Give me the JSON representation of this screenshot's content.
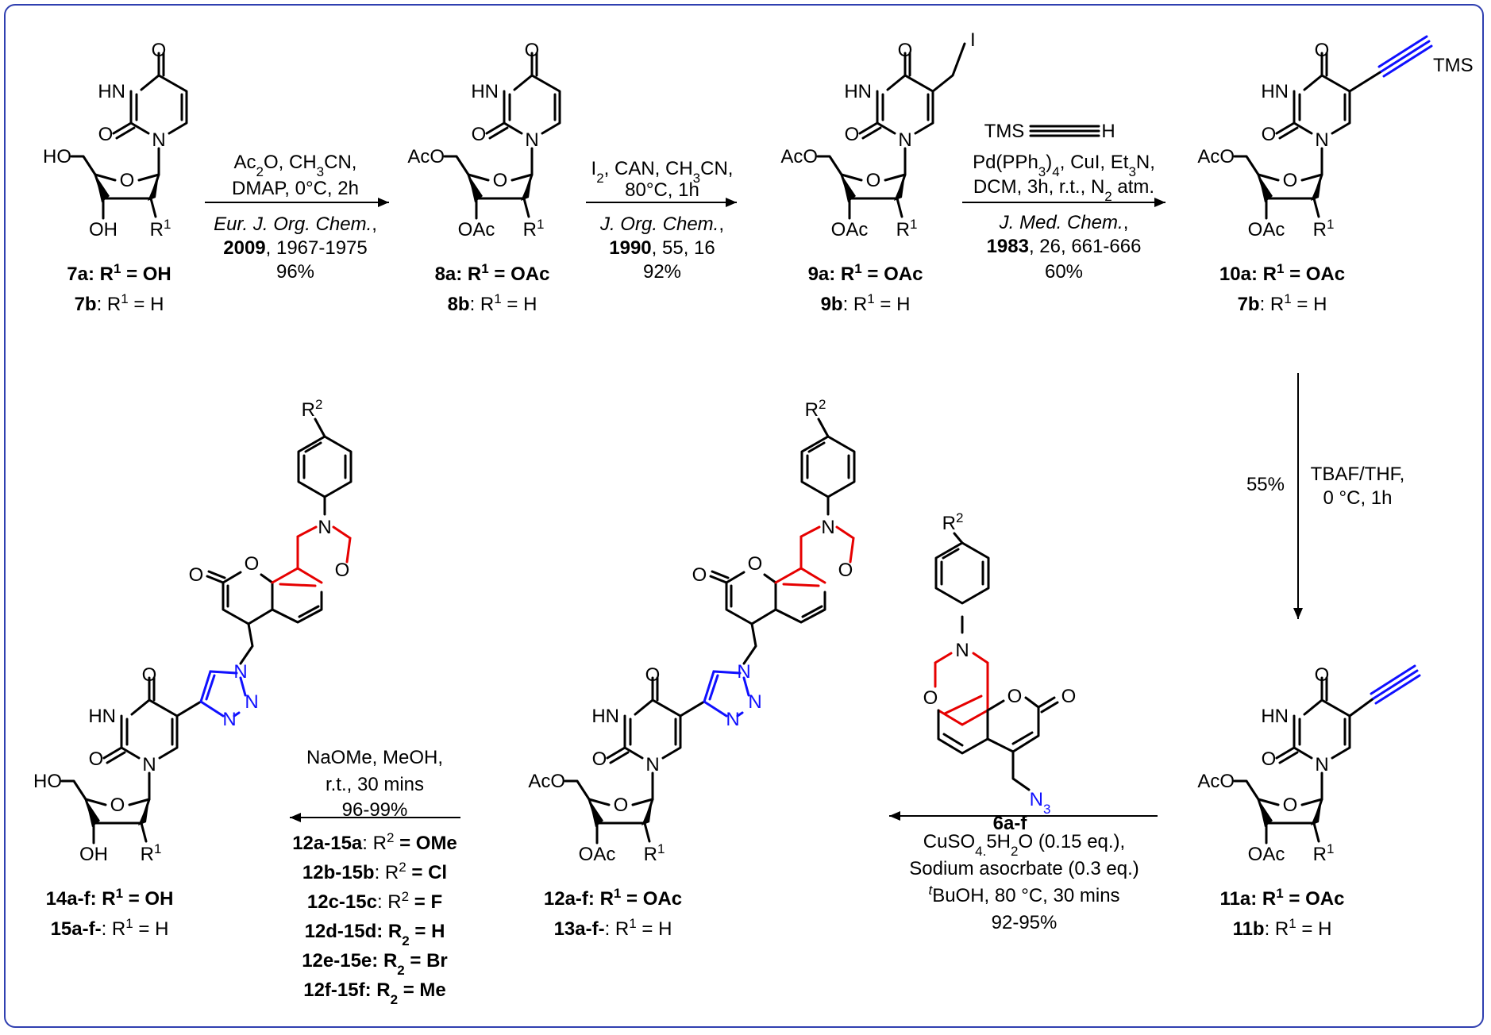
{
  "colors": {
    "frame": "#2f3fb0",
    "ring_highlight": "#e60000",
    "triazole_alkyne": "#1010ff"
  },
  "compounds": {
    "c7": {
      "ho": "HO",
      "oh": "OH",
      "r": "R",
      "r_sup": "1",
      "la_id": "7a",
      "la_rest": ": R",
      "la_sup": "1",
      "la_val": " = OH",
      "lb_id": "7b",
      "lb_rest": ": R",
      "lb_sup": "1",
      "lb_val": " = H"
    },
    "c8": {
      "aco": "AcO",
      "oac": "OAc",
      "r": "R",
      "r_sup": "1",
      "la_id": "8a",
      "la_rest": ": R",
      "la_sup": "1",
      "la_val": " = OAc",
      "lb_id": "8b",
      "lb_rest": ": R",
      "lb_sup": "1",
      "lb_val": " = H"
    },
    "c9": {
      "aco": "AcO",
      "oac": "OAc",
      "r": "R",
      "r_sup": "1",
      "iodo": "I",
      "la_id": "9a",
      "la_rest": ": R",
      "la_sup": "1",
      "la_val": " = OAc",
      "lb_id": "9b",
      "lb_rest": ": R",
      "lb_sup": "1",
      "lb_val": " = H"
    },
    "c10": {
      "aco": "AcO",
      "oac": "OAc",
      "r": "R",
      "r_sup": "1",
      "tms": "TMS",
      "la_id": "10a",
      "la_rest": ": R",
      "la_sup": "1",
      "la_val": " = OAc",
      "lb_id": "7b",
      "lb_rest": ": R",
      "lb_sup": "1",
      "lb_val": " = H"
    },
    "c11": {
      "aco": "AcO",
      "oac": "OAc",
      "r": "R",
      "r_sup": "1",
      "la_id": "11a",
      "la_rest": ": R",
      "la_sup": "1",
      "la_val": " = OAc",
      "lb_id": "11b",
      "lb_rest": ": R",
      "lb_sup": "1",
      "lb_val": " = H"
    },
    "c12": {
      "aco": "AcO",
      "oac": "OAc",
      "r": "R",
      "r_sup": "1",
      "r2": "R",
      "r2_sup": "2",
      "la_id": "12a-f",
      "la_rest": ": R",
      "la_sup": "1",
      "la_val": " = OAc",
      "lb_id": "13a-f-",
      "lb_rest": ": R",
      "lb_sup": "1",
      "lb_val": " = H"
    },
    "c14": {
      "ho": "HO",
      "oh": "OH",
      "r": "R",
      "r_sup": "1",
      "r2": "R",
      "r2_sup": "2",
      "la_id": "14a-f",
      "la_rest": ": R",
      "la_sup": "1",
      "la_val": " = OH",
      "lb_id": "15a-f-",
      "lb_rest": ": R",
      "lb_sup": "1",
      "lb_val": " = H"
    },
    "c6": {
      "r2": "R",
      "r2_sup": "2",
      "n3": "N",
      "n3_sub": "3",
      "label": "6a-f"
    }
  },
  "atoms": {
    "o": "O",
    "hn": "HN",
    "n": "N"
  },
  "steps": {
    "s1": {
      "reagent_a": "Ac",
      "reagent_a_sub": "2",
      "reagent_a_rest": "O, CH",
      "reagent_a_sub2": "3",
      "reagent_a_rest2": "CN,",
      "reagent_b": "DMAP, 0°C, 2h",
      "ref_journal": "Eur. J. Org. Chem.",
      "ref_comma": ",",
      "ref_year": "2009",
      "ref_pages": ", 1967-1975",
      "yield": "96%"
    },
    "s2": {
      "reagent_a": "I",
      "reagent_a_sub": "2",
      "reagent_a_rest": ", CAN, CH",
      "reagent_a_sub2": "3",
      "reagent_a_rest2": "CN,",
      "reagent_b": "80°C, 1h",
      "ref_journal": "J. Org. Chem.",
      "ref_comma": ",",
      "ref_year": "1990",
      "ref_pages": ", 55, 16",
      "yield": "92%"
    },
    "s3": {
      "tms": "TMS",
      "h": "H",
      "reagent_a": "Pd(PPh",
      "reagent_a_sub": "3",
      "reagent_a_rest": ")",
      "reagent_a_sub2": "4",
      "reagent_a_rest2": ", CuI, Et",
      "reagent_a_sub3": "3",
      "reagent_a_rest3": "N,",
      "reagent_b": "DCM, 3h, r.t., N",
      "reagent_b_sub": "2",
      "reagent_b_rest": " atm.",
      "ref_journal": "J. Med. Chem.",
      "ref_comma": ",",
      "ref_year": "1983",
      "ref_pages": ", 26, 661-666",
      "yield": "60%"
    },
    "s4": {
      "yield": "55%",
      "reagent_a": "TBAF/THF,",
      "reagent_b": "0 °C, 1h"
    },
    "s5": {
      "reagent_a": "CuSO",
      "reagent_a_sub": "4.",
      "reagent_a_rest": "5H",
      "reagent_a_sub2": "2",
      "reagent_a_rest2": "O (0.15 eq.),",
      "reagent_b": "Sodium asocrbate (0.3 eq.)",
      "reagent_c_sup": "t",
      "reagent_c": "BuOH, 80 °C, 30 mins",
      "yield": "92-95%"
    },
    "s6": {
      "reagent_a": "NaOMe, MeOH,",
      "reagent_b": "r.t., 30 mins",
      "yield": "96-99%"
    }
  },
  "substituents": [
    {
      "id": "12a-15a",
      "pre": ": R",
      "sym": "2",
      "val": " = OMe"
    },
    {
      "id": "12b-15b",
      "pre": ": R",
      "sym": "2",
      "val": " = Cl"
    },
    {
      "id": "12c-15c",
      "pre": ": R",
      "sym": "2",
      "val": " = F"
    },
    {
      "id": "12d-15d",
      "pre": ": R",
      "sym": "2",
      "val": " = H",
      "sub": true
    },
    {
      "id": "12e-15e",
      "pre": ": R",
      "sym": "2",
      "val": " = Br",
      "sub": true
    },
    {
      "id": "12f-15f",
      "pre": ": R",
      "sym": "2",
      "val": " = Me",
      "sub": true
    }
  ]
}
